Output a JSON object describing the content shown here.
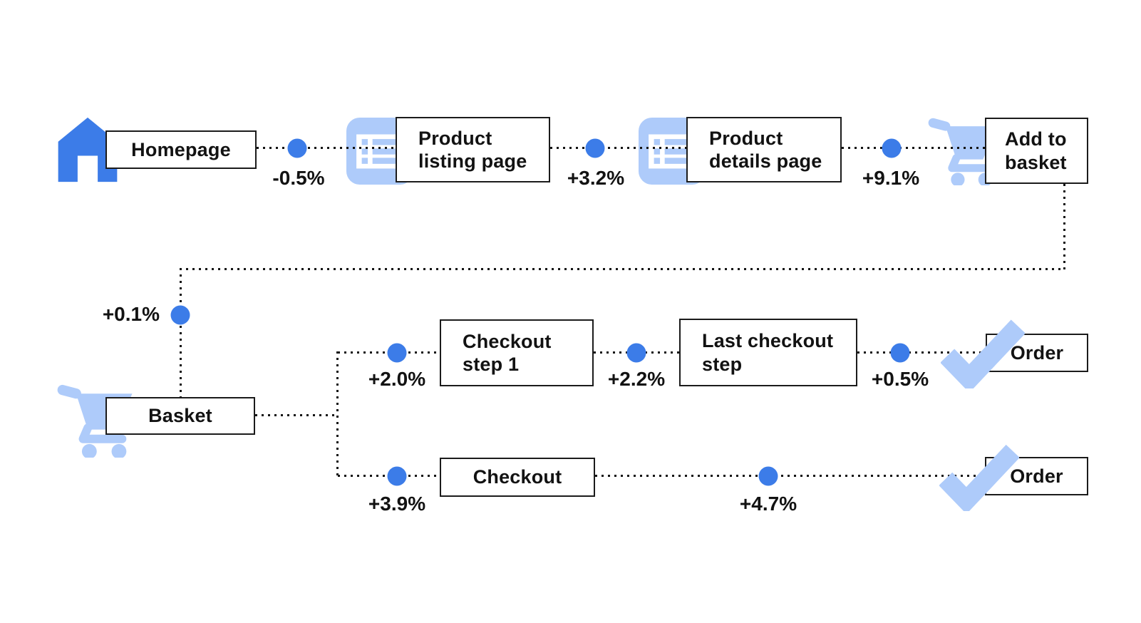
{
  "colors": {
    "accent": "#3C7CE8",
    "icon_light": "#AECBFA",
    "line": "#141414"
  },
  "diagram": {
    "description": "E-commerce conversion funnel flow",
    "nodes": {
      "homepage": {
        "label": "Homepage",
        "icon": "home-icon"
      },
      "product_listing_page": {
        "lines": [
          "Product",
          "listing page"
        ],
        "icon": "listing-page-icon"
      },
      "product_details_page": {
        "lines": [
          "Product",
          "details page"
        ],
        "icon": "details-page-icon"
      },
      "add_to_basket": {
        "lines": [
          "Add to",
          "basket"
        ],
        "icon": "cart-icon"
      },
      "basket": {
        "label": "Basket",
        "icon": "cart-icon"
      },
      "checkout_step_1": {
        "lines": [
          "Checkout",
          "step 1"
        ]
      },
      "last_checkout_step": {
        "lines": [
          "Last checkout",
          "step"
        ]
      },
      "order_top": {
        "label": "Order",
        "icon": "check-icon"
      },
      "checkout": {
        "label": "Checkout"
      },
      "order_bottom": {
        "label": "Order",
        "icon": "check-icon"
      }
    },
    "edges": [
      {
        "from": "Homepage",
        "to": "Product listing page",
        "delta": "-0.5%"
      },
      {
        "from": "Product listing page",
        "to": "Product details page",
        "delta": "+3.2%"
      },
      {
        "from": "Product details page",
        "to": "Add to basket",
        "delta": "+9.1%"
      },
      {
        "from": "Add to basket",
        "to": "Basket",
        "delta": "+0.1%"
      },
      {
        "from": "Basket",
        "to": "Checkout step 1",
        "delta": "+2.0%"
      },
      {
        "from": "Checkout step 1",
        "to": "Last checkout step",
        "delta": "+2.2%"
      },
      {
        "from": "Last checkout step",
        "to": "Order",
        "delta": "+0.5%"
      },
      {
        "from": "Basket",
        "to": "Checkout",
        "delta": "+3.9%"
      },
      {
        "from": "Checkout",
        "to": "Order",
        "delta": "+4.7%"
      }
    ]
  }
}
